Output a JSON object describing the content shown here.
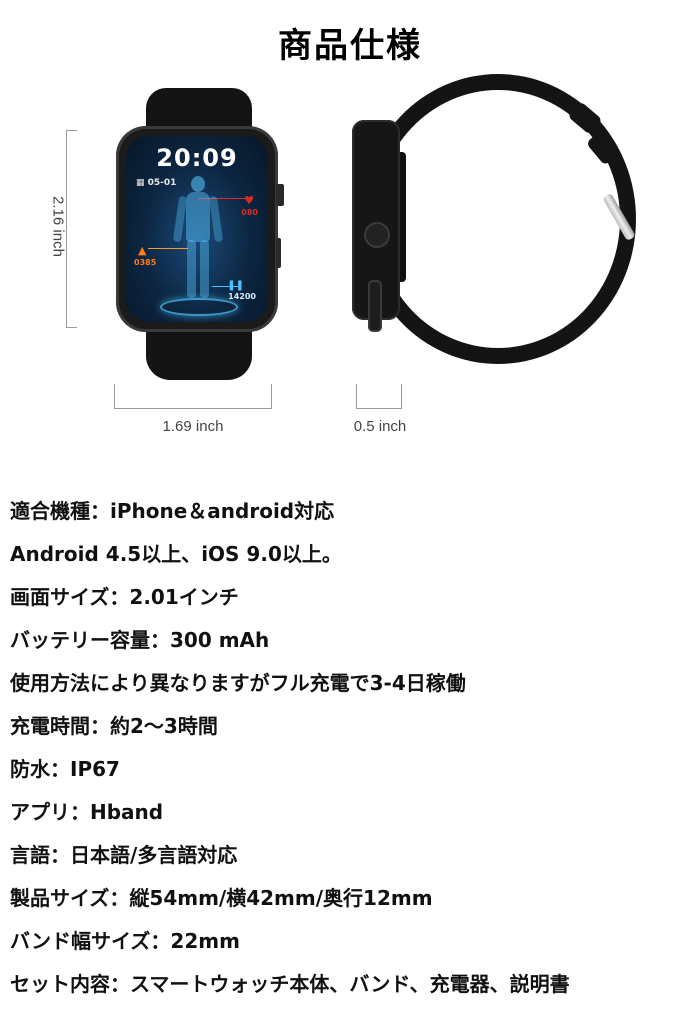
{
  "page": {
    "title": "商品仕様"
  },
  "dimensions": {
    "height_label": "2.16 inch",
    "width_label": "1.69 inch",
    "depth_label": "0.5 inch"
  },
  "watch_face": {
    "time": "20:09",
    "date": "05-01",
    "heart_rate": "080",
    "calories": "0385",
    "steps": "14200",
    "colors": {
      "heart": "#e02a2a",
      "calories": "#ff7a1a",
      "steps": "#4fc3ff"
    }
  },
  "icons": {
    "calendar": "▦",
    "heart": "♥",
    "fire": "🔥",
    "footprints": "‥"
  },
  "specs": [
    "適合機種：iPhone＆android対応",
    "Android 4.5以上、iOS 9.0以上。",
    "画面サイズ：2.01インチ",
    "バッテリー容量：300 mAh",
    "使用方法により異なりますがフル充電で3-4日稼働",
    "充電時間：約2～3時間",
    "防水：IP67",
    "アプリ：Hband",
    "言語：日本語/多言語対応",
    "製品サイズ：縦54mm/横42mm/奥行12mm",
    "バンド幅サイズ：22mm",
    "セット内容：スマートウォッチ本体、バンド、充電器、説明書"
  ]
}
